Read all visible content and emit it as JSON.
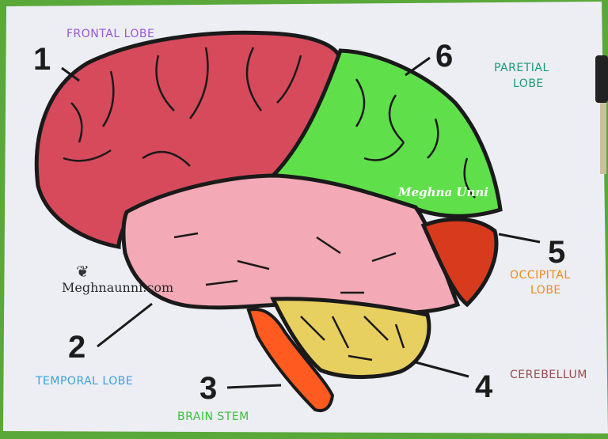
{
  "title_labels": {
    "frontal": "FRONTAL LOBE",
    "parietal_1": "PARETIAL",
    "parietal_2": "LOBE",
    "occipital_1": "OCCIPITAL",
    "occipital_2": "LOBE",
    "cerebellum": "CEREBELLUM",
    "temporal": "TEMPORAL LOBE",
    "brainstem": "BRAIN STEM"
  },
  "numbers": {
    "n1": "1",
    "n2": "2",
    "n3": "3",
    "n4": "4",
    "n5": "5",
    "n6": "6"
  },
  "watermarks": {
    "site": "Meghnaunni.com",
    "signature": "Meghna Unni"
  },
  "colors": {
    "frontal": "#d64a5c",
    "parietal": "#5fe04a",
    "temporal": "#f3a9b6",
    "occipital": "#d83a1e",
    "cerebellum": "#e8d060",
    "brainstem": "#ff5a20",
    "paper": "#eceef4"
  }
}
